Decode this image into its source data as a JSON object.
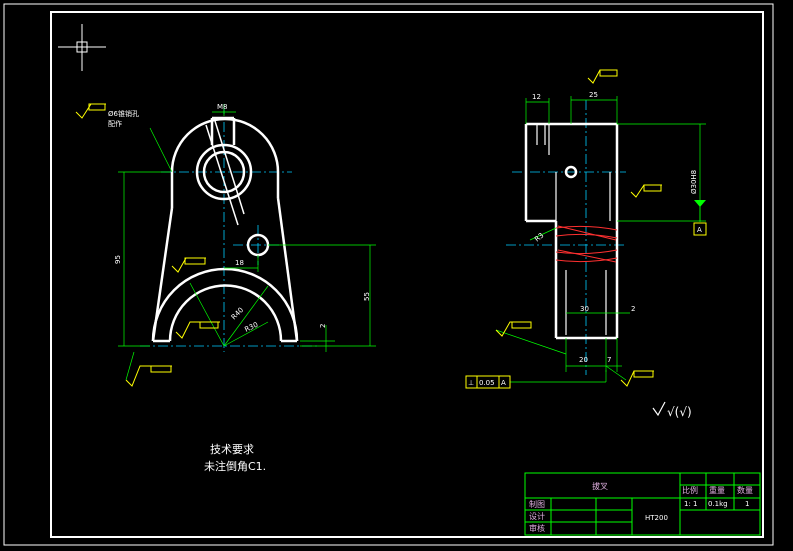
{
  "annotations": {
    "thread": "M8",
    "pin_hole_line1": "Ø6锥销孔",
    "pin_hole_line2": "配作",
    "dim_95": "95",
    "dim_18": "18",
    "dim_55": "55",
    "dim_2_left": "2",
    "r40": "R40",
    "r30": "R30",
    "dim_12": "12",
    "dim_25": "25",
    "bore": "Ø30H8",
    "datum": "A",
    "r3": "R3",
    "dim_30": "30",
    "dim_2_right": "2",
    "dim_20": "20",
    "dim_7": "7",
    "tol_symbol": "⊥",
    "tol_value": "0.05",
    "tol_datum": "A",
    "roughness_note": "√(√)"
  },
  "notes": {
    "title": "技术要求",
    "line1": "未注倒角C1."
  },
  "title_block": {
    "part_name": "拔叉",
    "scale_label": "比例",
    "weight_label": "重量",
    "qty_label": "数量",
    "scale_value": "1: 1",
    "weight_value": "0.1kg",
    "qty_value": "1",
    "drawn_label": "制图",
    "design_label": "设计",
    "review_label": "审核",
    "material": "HT200"
  },
  "colors": {
    "background": "#000000",
    "outline": "#ffffff",
    "dimension": "#00ff00",
    "center_line": "#00ccff",
    "roughness": "#ffff00",
    "title_block": "#00ff00",
    "section_hatch": "#ff3030"
  }
}
